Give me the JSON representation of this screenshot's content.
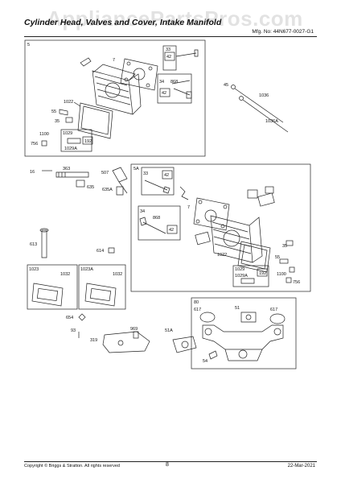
{
  "header": {
    "title": "Cylinder Head, Valves and Cover, Intake Manifold",
    "watermark": "AppliancePartsPros.com",
    "model_number": "Mfg. No: 44N677-0027-G1"
  },
  "footer": {
    "copyright": "Copyright © Briggs & Stratton. All rights reserved",
    "page": "8",
    "date": "22-Mar-2021"
  },
  "sections": {
    "top": {
      "box_label": "5",
      "labels": [
        "7",
        "33",
        "42",
        "34",
        "868",
        "42",
        "55",
        "1022",
        "35",
        "1100",
        "1029",
        "1029A",
        "192",
        "756"
      ]
    },
    "pushrods": {
      "labels": [
        "45",
        "1036",
        "1036A"
      ]
    },
    "middle": {
      "box_label": "5A",
      "labels": [
        "16",
        "363",
        "507",
        "635",
        "635A",
        "33",
        "42",
        "7",
        "34",
        "868",
        "42",
        "1022",
        "35",
        "1029",
        "1029A",
        "192",
        "55",
        "1100",
        "756"
      ]
    },
    "covers": {
      "labels": [
        "613",
        "614",
        "1023",
        "1032",
        "1023A",
        "1032",
        "654",
        "93",
        "319",
        "969",
        "51A"
      ]
    },
    "manifold": {
      "box_label": "80",
      "labels": [
        "617",
        "51",
        "617",
        "54"
      ]
    }
  }
}
